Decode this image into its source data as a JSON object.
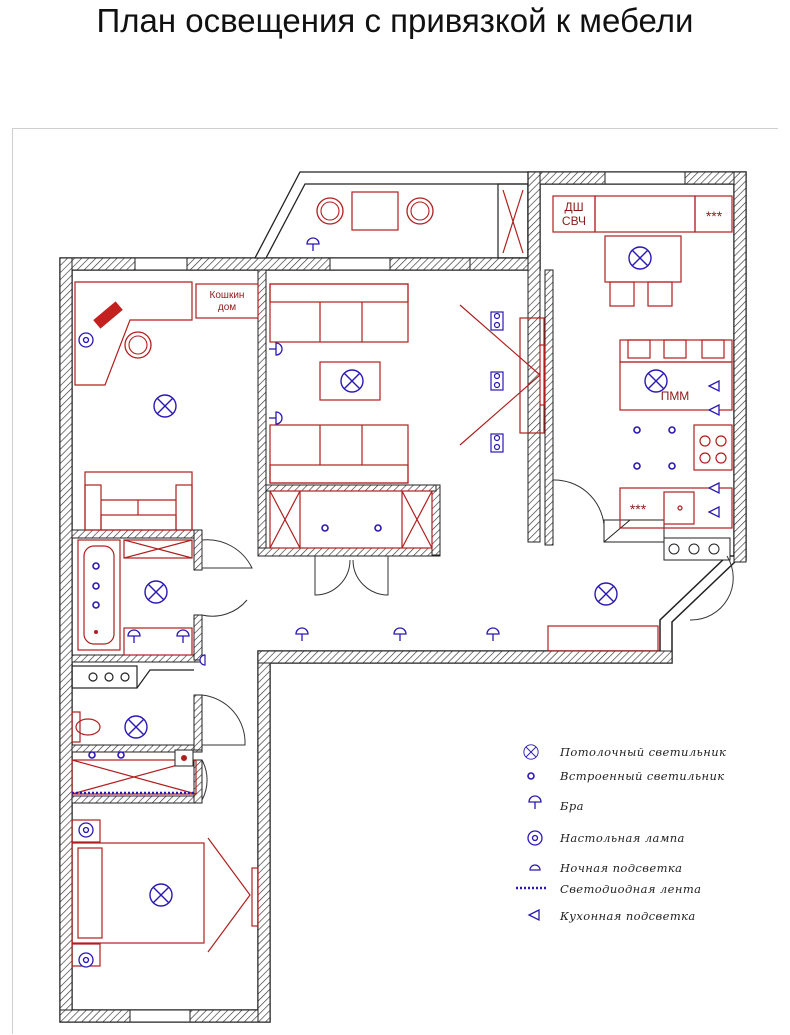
{
  "title": "План освещения с привязкой к мебели",
  "colors": {
    "wall": "#222222",
    "furniture": "#b01f1f",
    "light": "#2a18b4",
    "hatch": "#444444"
  },
  "room_labels": {
    "cat_house_line1": "Кошкин",
    "cat_house_line2": "дом",
    "dishwasher": "ДШ",
    "microwave": "СВЧ",
    "washer": "ПММ",
    "hob_top": "***",
    "hob_bottom": "***"
  },
  "legend": [
    {
      "icon": "ceiling-light-icon",
      "label": "Потолочный светильник"
    },
    {
      "icon": "recessed-light-icon",
      "label": "Встроенный светильник"
    },
    {
      "icon": "wall-sconce-icon",
      "label": "Бра"
    },
    {
      "icon": "table-lamp-icon",
      "label": "Настольная лампа"
    },
    {
      "icon": "night-light-icon",
      "label": "Ночная подсветка"
    },
    {
      "icon": "led-strip-icon",
      "label": "Светодиодная лента"
    },
    {
      "icon": "kitchen-light-icon",
      "label": "Кухонная подсветка"
    }
  ]
}
